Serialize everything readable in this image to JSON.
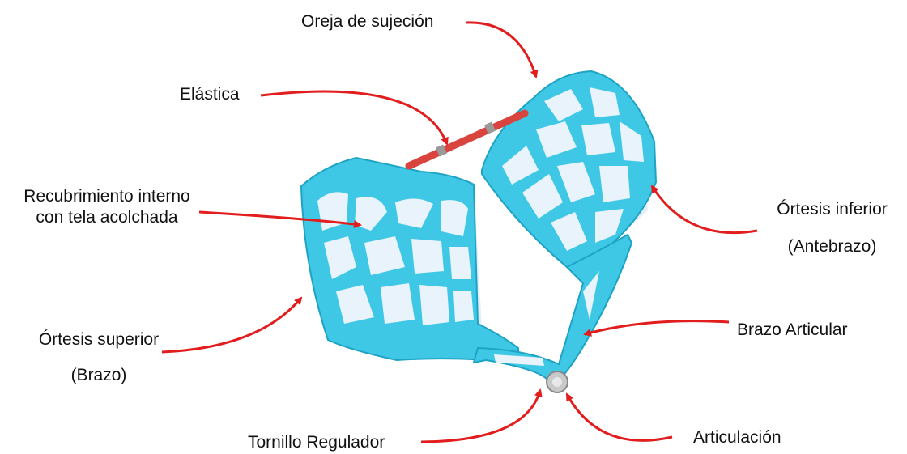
{
  "labels": {
    "oreja": "Oreja de sujeción",
    "elastica": "Elástica",
    "recubrimiento_line1": "Recubrimiento interno",
    "recubrimiento_line2": "con tela acolchada",
    "ortesis_inferior_line1": "Órtesis inferior",
    "ortesis_inferior_line2": "(Antebrazo)",
    "ortesis_superior_line1": "Órtesis superior",
    "ortesis_superior_line2": "(Brazo)",
    "brazo_articular": "Brazo Articular",
    "tornillo": "Tornillo Regulador",
    "articulacion": "Articulación"
  },
  "colors": {
    "shell": "#3ec8e6",
    "shell_dark": "#1ea3c4",
    "liner": "#e4eef8",
    "arrow": "#e21d1d",
    "strap": "#d9443e",
    "screw": "#c9c9c9"
  }
}
